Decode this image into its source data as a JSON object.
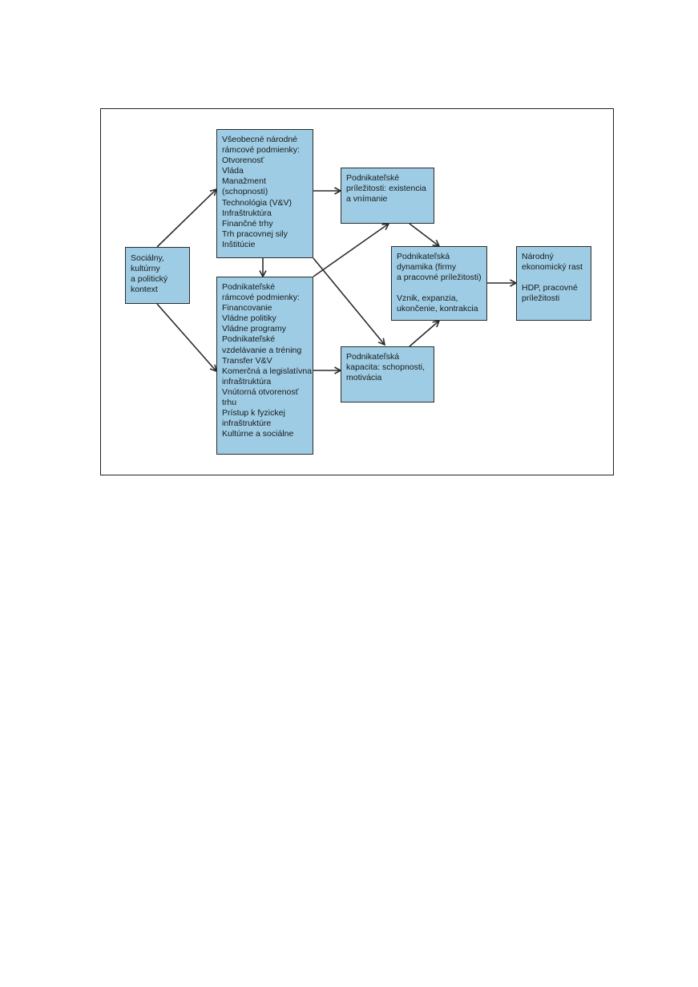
{
  "diagram": {
    "colors": {
      "box_fill": "#9dcce4",
      "box_border": "#2b2b2b",
      "arrow": "#2b2b2b"
    },
    "nodes": {
      "context": {
        "lines": [
          "Sociálny,",
          "kultúrny",
          "a politický",
          "kontext"
        ]
      },
      "national_conditions": {
        "lines": [
          "Všeobecné národné",
          "rámcové podmienky:",
          "Otvorenosť",
          "Vláda",
          "Manažment",
          "(schopnosti)",
          "Technológia (V&V)",
          "Infraštruktúra",
          "Finančné trhy",
          "Trh pracovnej sily",
          "Inštitúcie"
        ]
      },
      "entrepreneurial_conditions": {
        "lines": [
          "Podnikateľské",
          "rámcové podmienky:",
          "Financovanie",
          "Vládne politiky",
          "Vládne programy",
          "Podnikateľské",
          "vzdelávanie a tréning",
          "Transfer V&V",
          "Komerčná a legislatívna",
          "infraštruktúra",
          "Vnútorná otvorenosť",
          "trhu",
          "Prístup k fyzickej",
          "infraštruktúre",
          "Kultúrne a sociálne"
        ]
      },
      "opportunities": {
        "lines": [
          "Podnikateľské",
          "príležitosti: existencia",
          "a vnímanie"
        ]
      },
      "capacity": {
        "lines": [
          "Podnikateľská",
          "kapacita: schopnosti,",
          "motivácia"
        ]
      },
      "dynamics": {
        "lines": [
          "Podnikateľská",
          "dynamika (firmy",
          "a pracovné príležitosti)",
          "",
          "Vznik, expanzia,",
          "ukončenie, kontrakcia"
        ]
      },
      "growth": {
        "lines": [
          "Národný",
          "ekonomický rast",
          "",
          "HDP, pracovné",
          "príležitosti"
        ]
      }
    }
  }
}
